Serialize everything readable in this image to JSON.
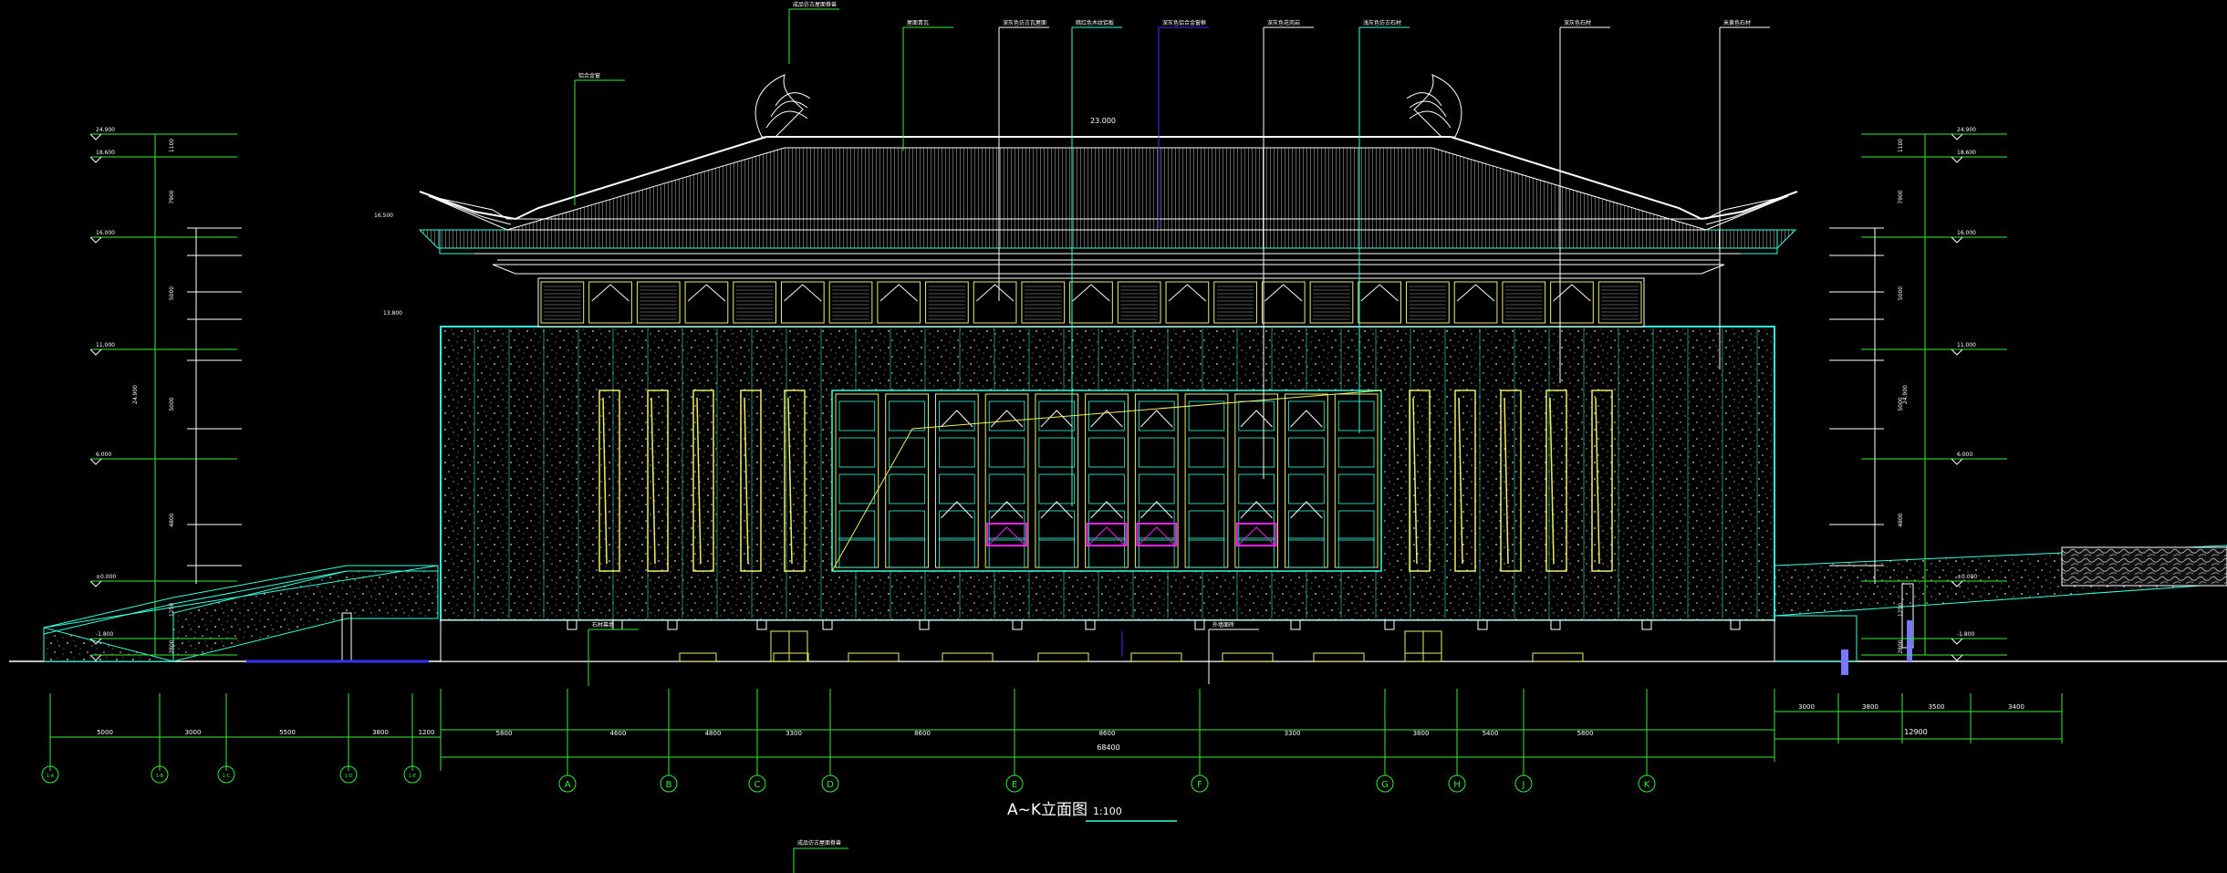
{
  "drawing": {
    "title": "A~K立面图",
    "scale": "1:100",
    "total_width": "68400",
    "right_total_width": "12900",
    "grid_labels": [
      "A",
      "B",
      "C",
      "D",
      "E",
      "F",
      "G",
      "H",
      "J",
      "K"
    ],
    "left_grid_labels": [
      "1-A",
      "1-B",
      "1-C",
      "1-D",
      "1-E"
    ],
    "bottom_dims": [
      "5800",
      "4600",
      "4800",
      "3300",
      "8600",
      "8600",
      "3300",
      "3800",
      "5400",
      "5800"
    ],
    "left_dims": [
      "5000",
      "3000",
      "5500",
      "3800",
      "1200"
    ],
    "right_dims": [
      "3000",
      "3800",
      "3500",
      "3400"
    ],
    "left_vertical_dims": [
      "1100",
      "7900",
      "5000",
      "5000",
      "4800",
      "1250",
      "2800"
    ],
    "left_total_height": "24.900",
    "right_vertical_dims": [
      "1100",
      "7900",
      "5000",
      "5000",
      "4800",
      "1250",
      "2800"
    ],
    "right_total_height": "24.900",
    "left_elevations": [
      "24.900",
      "18.600",
      "16.000",
      "11.000",
      "6.000",
      "±0.000",
      "-1.800"
    ],
    "right_elevations": [
      "24.900",
      "18.600",
      "16.000",
      "11.000",
      "6.000",
      "±0.000",
      "-1.800"
    ],
    "ridge_label": "23.000",
    "roof_eave_label": "16.500",
    "wall_top_label": "13.800",
    "annotations": [
      "成品仿古屋面脊兽",
      "屋面青瓦",
      "深灰色仿古瓦屋面",
      "暗红色木纹铝板",
      "深灰色铝合金窗框",
      "深灰色花岗岩",
      "浅灰色仿古石材",
      "深灰色石材",
      "米黄色石材",
      "铝合金窗",
      "石材幕墙",
      "外墙面砖"
    ]
  }
}
